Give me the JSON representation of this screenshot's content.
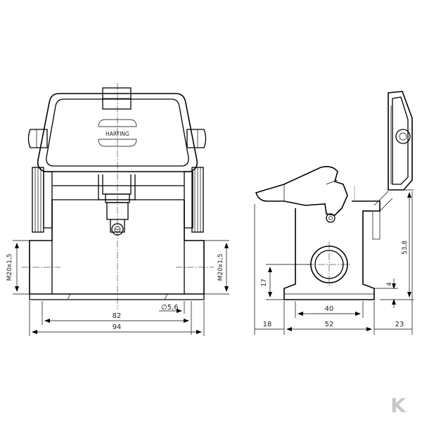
{
  "front_view": {
    "brand_label": "HARTING",
    "thread_left": "M20x1,5",
    "thread_right": "M20x1,5",
    "dim_inner_width": "82",
    "dim_outer_width": "94",
    "dim_hole": "∅5,6"
  },
  "side_view": {
    "dim_height": "53,8",
    "dim_thread_height": "17",
    "dim_base": "4",
    "dim_mount": "40",
    "dim_left": "18",
    "dim_center": "52",
    "dim_right": "23"
  },
  "watermark": {
    "letter": "K",
    "color": "#c8c8c8"
  }
}
